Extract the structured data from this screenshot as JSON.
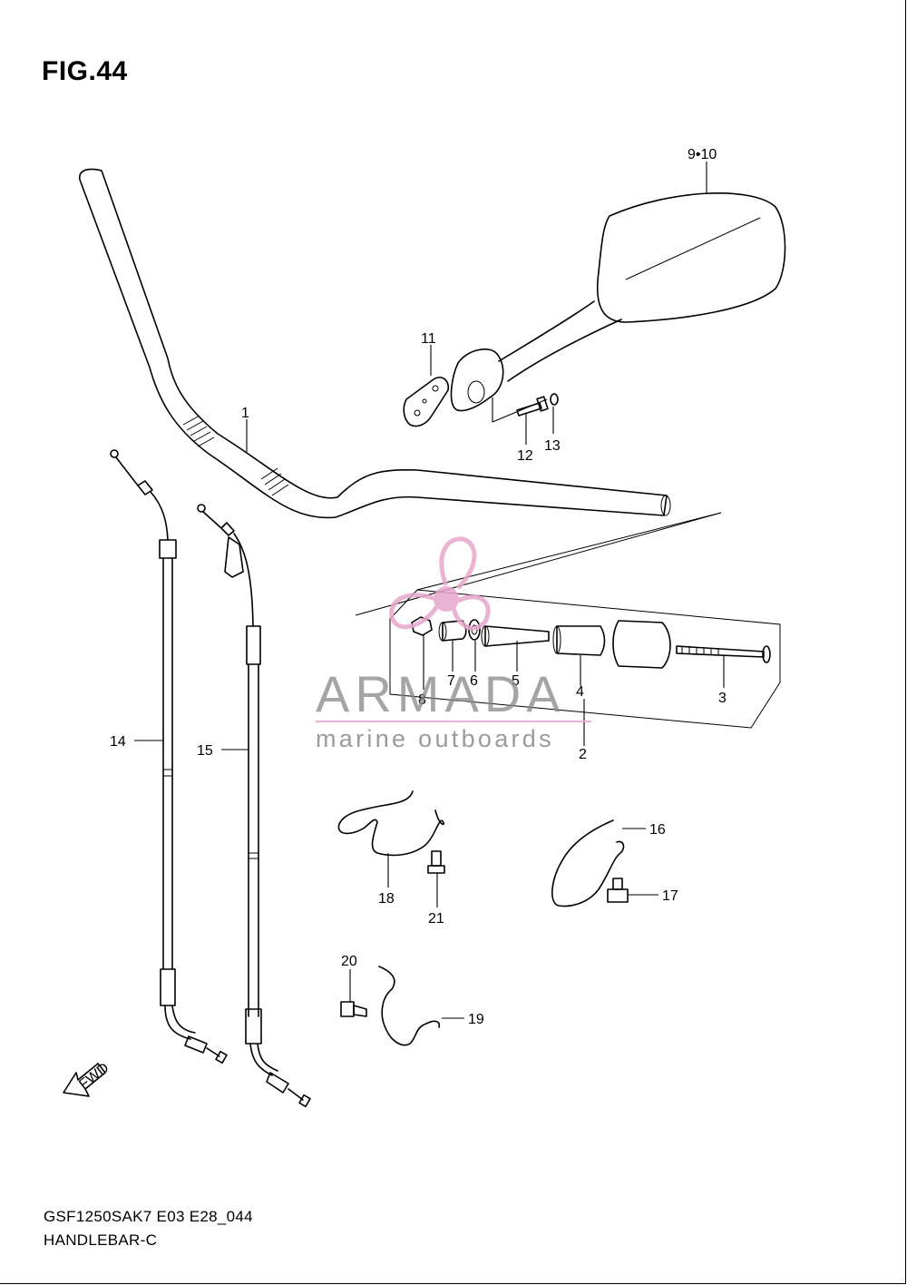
{
  "figure": {
    "title": "FIG.44"
  },
  "footer": {
    "model_code": "GSF1250SAK7 E03 E28_044",
    "diagram_name": "HANDLEBAR-C"
  },
  "callouts": {
    "p1": "1",
    "p2": "2",
    "p3": "3",
    "p4": "4",
    "p5": "5",
    "p6": "6",
    "p7": "7",
    "p8": "8",
    "p9_10": "9•10",
    "p11": "11",
    "p12": "12",
    "p13": "13",
    "p14": "14",
    "p15": "15",
    "p16": "16",
    "p17": "17",
    "p18": "18",
    "p19": "19",
    "p20": "20",
    "p21": "21"
  },
  "fwd_arrow": {
    "label": "FWD"
  },
  "watermark": {
    "brand": "ARMADA",
    "tagline": "marine outboards",
    "color": "#e8a6cc"
  }
}
